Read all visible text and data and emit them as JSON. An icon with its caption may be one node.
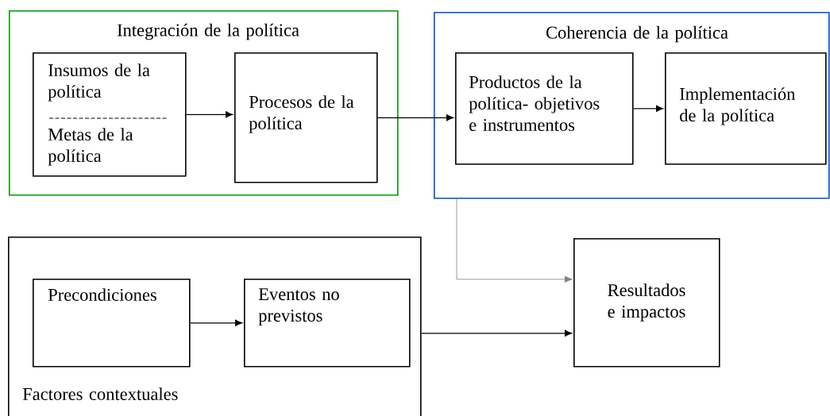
{
  "diagram": {
    "nodes": [
      {
        "text": [
          "Integración de la política"
        ]
      },
      {
        "text": [
          "Insumos de la política",
          "Metas de la política"
        ],
        "in": 0
      },
      {
        "text": [
          "Procesos de la política"
        ],
        "in": 0
      },
      {
        "text": [
          "Coherencia de la política"
        ]
      },
      {
        "text": [
          "Productos de la política- objetivos e instrumentos"
        ],
        "in": 3
      },
      {
        "text": [
          "Implementación de la política"
        ],
        "in": 3
      },
      {
        "text": [
          "Factores contextuales"
        ]
      },
      {
        "text": [
          "Precondiciones"
        ],
        "in": 6
      },
      {
        "text": [
          "Eventos no previstos"
        ],
        "in": 6
      },
      {
        "text": [
          "Resultados e impactos"
        ]
      }
    ],
    "edges": [
      {
        "from": 1,
        "to": 2,
        "arrow": "to"
      },
      {
        "from": 2,
        "to": 4,
        "arrow": "to"
      },
      {
        "from": 4,
        "to": 5,
        "arrow": "to"
      },
      {
        "from": 7,
        "to": 8,
        "arrow": "to"
      },
      {
        "from": 6,
        "to": 9,
        "arrow": "to"
      },
      {
        "from": 3,
        "to": 9,
        "arrow": "to",
        "color": "#808080"
      }
    ]
  }
}
